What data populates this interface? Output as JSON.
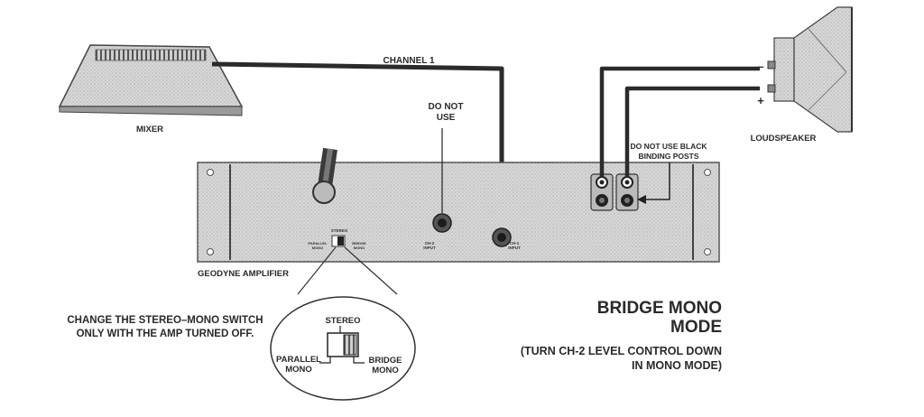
{
  "labels": {
    "channel": "CHANNEL 1",
    "mixer": "MIXER",
    "do_not_use_1": "DO NOT",
    "do_not_use_2": "USE",
    "loudspeaker": "LOUDSPEAKER",
    "binding_1": "DO NOT USE BLACK",
    "binding_2": "BINDING POSTS",
    "amplifier": "GEODYNE AMPLIFIER",
    "mode_title_1": "BRIDGE MONO",
    "mode_title_2": "MODE",
    "mode_note_1": "(TURN CH-2  LEVEL CONTROL DOWN",
    "mode_note_2": "IN MONO MODE)",
    "switch_note_1": "CHANGE THE STEREO–MONO SWITCH",
    "switch_note_2": "ONLY WITH THE AMP TURNED OFF.",
    "stereo": "STEREO",
    "parallel_1": "PARALLEL",
    "parallel_2": "MONO",
    "bridge_1": "BRIDGE",
    "bridge_2": "MONO",
    "minus": "–",
    "plus": "+"
  },
  "panel_labels": {
    "ch2_1": "CH-2",
    "ch2_2": "INPUT",
    "ch1_1": "CH-1",
    "ch1_2": "INPUT",
    "stereo_small": "STEREO",
    "parallel_small_1": "PARALLEL",
    "parallel_small_2": "MONO",
    "bridge_small_1": "BRIDGE",
    "bridge_small_2": "MONO"
  },
  "colors": {
    "panel": "#d6d6d6",
    "cable": "#2b2b2b",
    "ink": "#2a2a2a"
  }
}
